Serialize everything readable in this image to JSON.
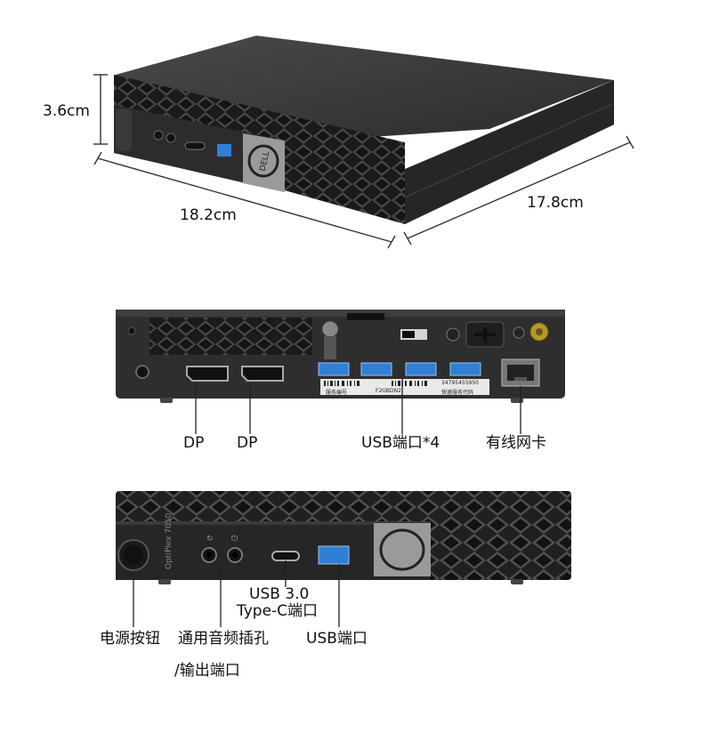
{
  "dimensions": {
    "height": "3.6cm",
    "width": "18.2cm",
    "depth": "17.8cm"
  },
  "rear_panel": {
    "dp1": "DP",
    "dp2": "DP",
    "usb_ports": "USB端口*4",
    "ethernet": "有线网卡",
    "sticker_line1": "服务编号",
    "sticker_code": "F2GBDN2",
    "sticker_number": "34795455950",
    "sticker_line2": "快速服务代码"
  },
  "front_panel": {
    "model": "OptiPlex 7050",
    "power_button": "电源按钮",
    "audio_line1": "通用音频插孔",
    "audio_line2": "/输出端口",
    "usbc_line1": "USB 3.0",
    "usbc_line2": "Type-C端口",
    "usb_port": "USB端口",
    "brand": "DELL"
  },
  "colors": {
    "chassis": "#2a2a2a",
    "chassis_top": "#3a3a3a",
    "usb_blue": "#2f7fd6",
    "dell_badge": "#9a9a9a"
  }
}
